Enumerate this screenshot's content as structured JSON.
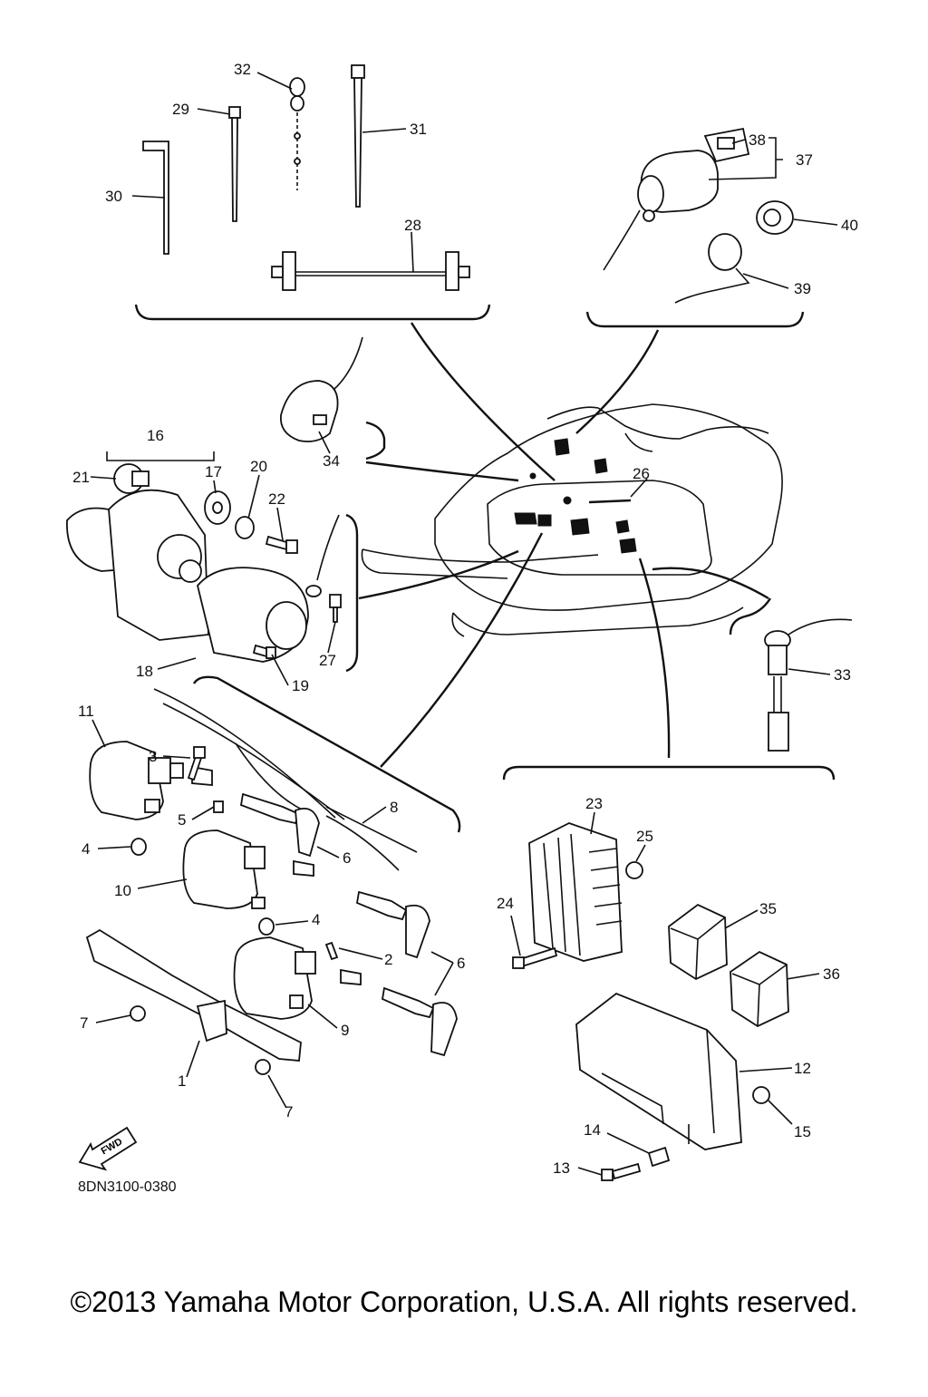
{
  "diagram": {
    "code": "8DN3100-0380",
    "fwd_label": "FWD",
    "callouts": [
      "1",
      "2",
      "3",
      "4",
      "4",
      "5",
      "6",
      "6",
      "7",
      "7",
      "8",
      "9",
      "10",
      "11",
      "12",
      "13",
      "14",
      "15",
      "16",
      "17",
      "18",
      "19",
      "20",
      "21",
      "22",
      "23",
      "24",
      "25",
      "26",
      "27",
      "28",
      "29",
      "30",
      "31",
      "32",
      "33",
      "34",
      "35",
      "36",
      "37",
      "38",
      "39",
      "40"
    ]
  },
  "footer": {
    "copyright": "©2013 Yamaha Motor Corporation, U.S.A. All rights reserved."
  }
}
